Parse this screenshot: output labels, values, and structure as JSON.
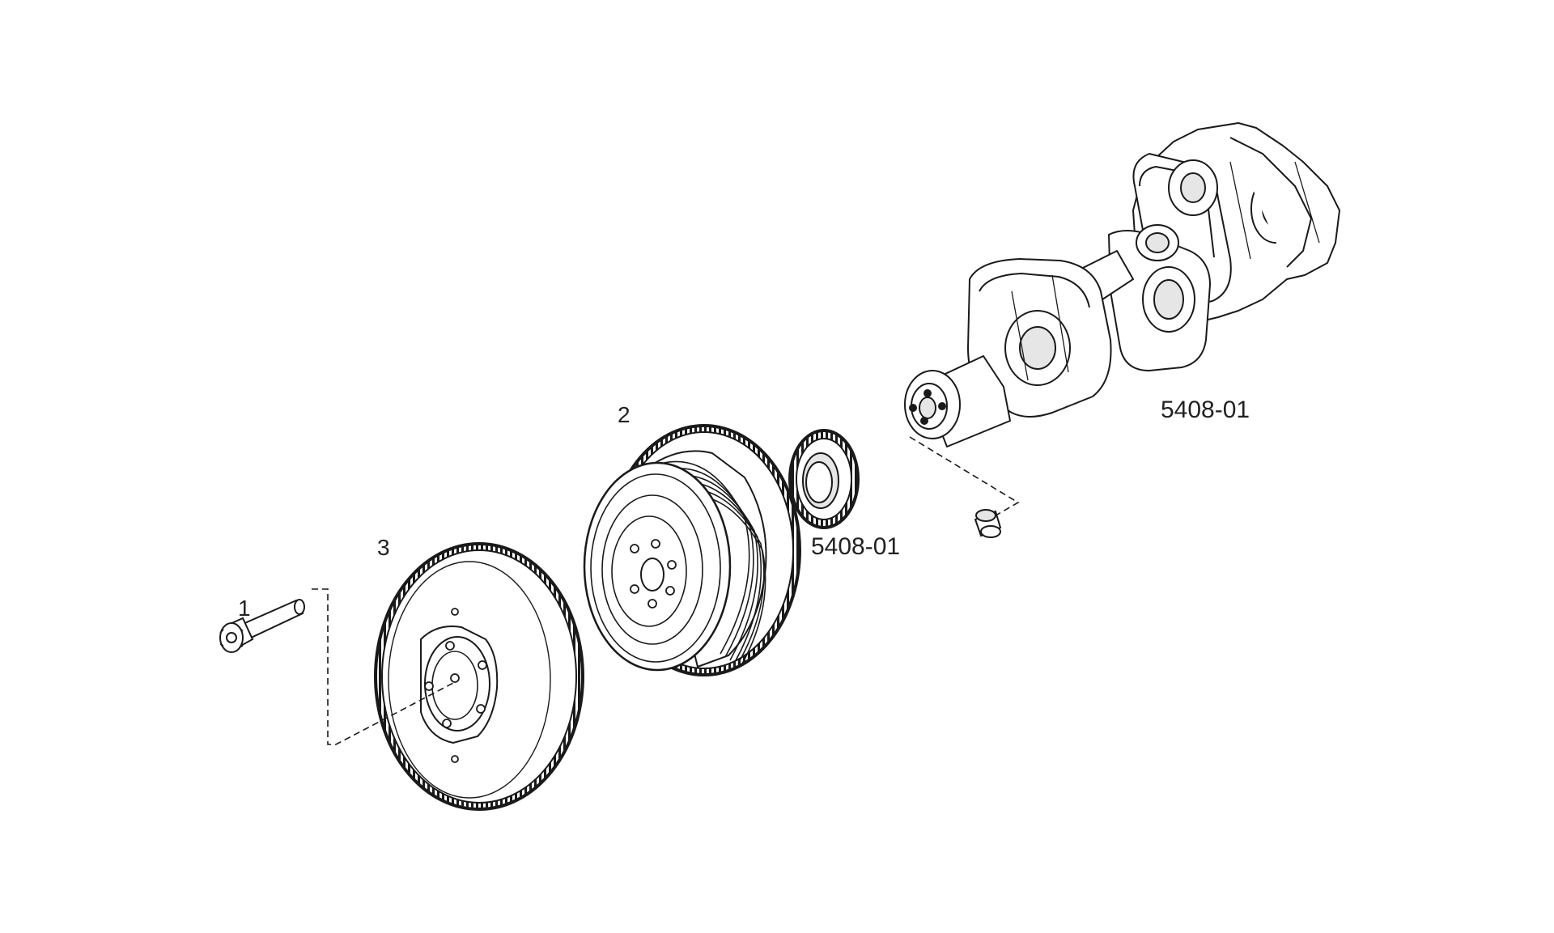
{
  "callouts": {
    "bolt": "1",
    "damper": "2",
    "hub": "3",
    "gear": "5408-01",
    "crankshaft": "5408-01"
  },
  "colors": {
    "line": "#1a1a1a",
    "shade": "#e6e6e6",
    "background": "#ffffff"
  }
}
